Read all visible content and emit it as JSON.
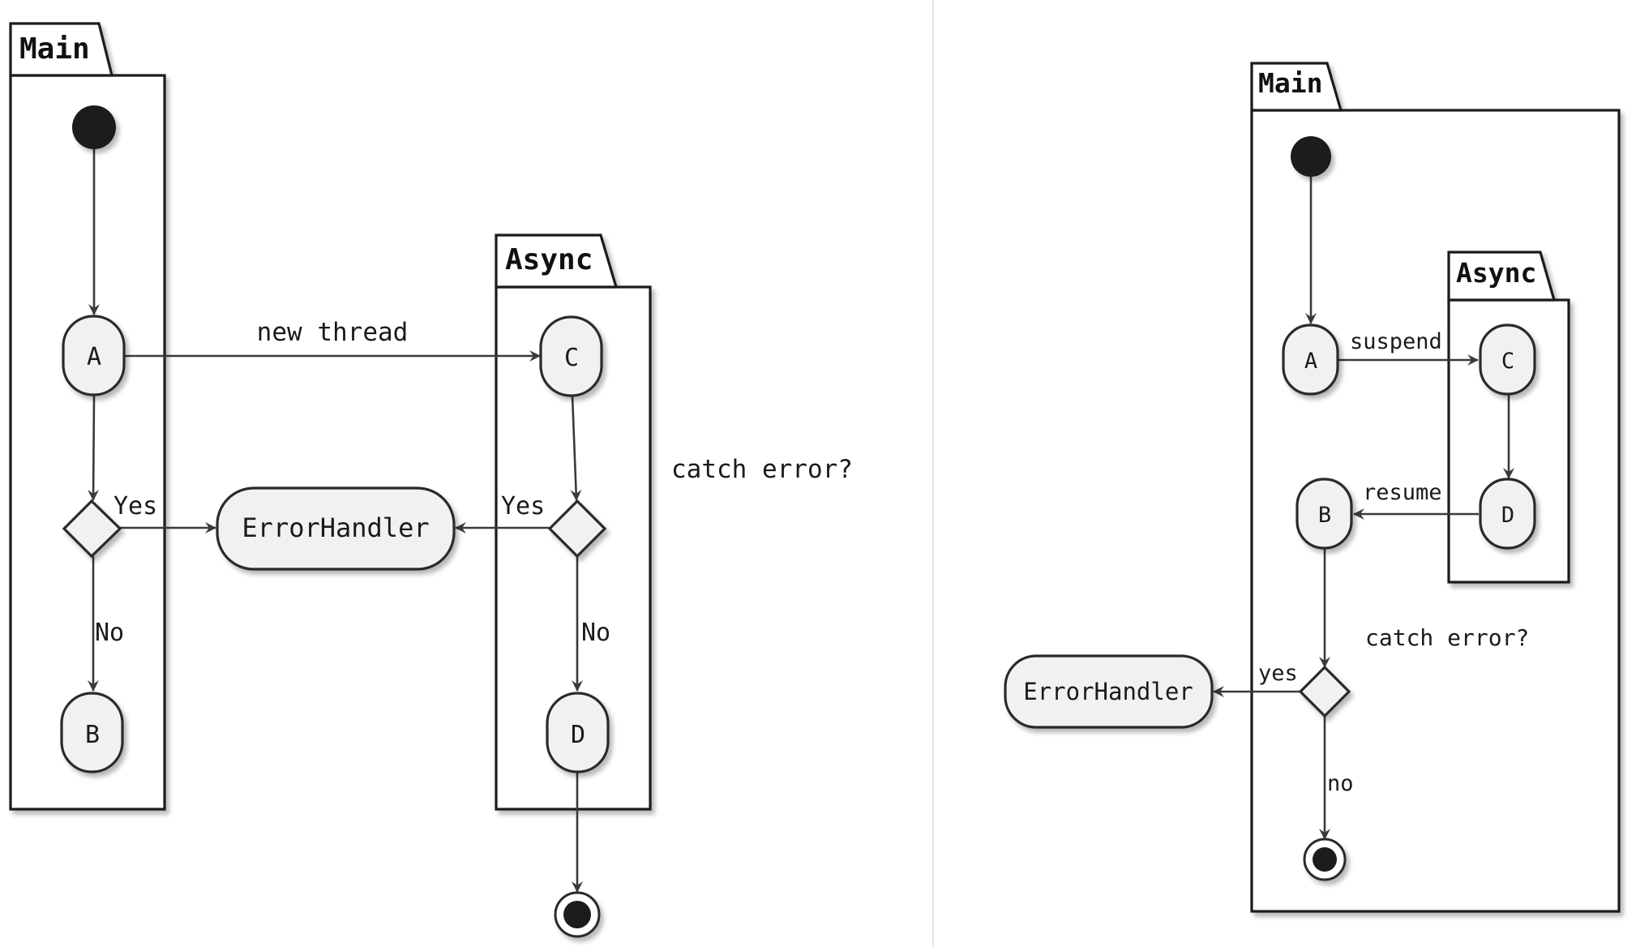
{
  "diagrams": {
    "left": {
      "packages": {
        "main": "Main",
        "async": "Async"
      },
      "nodes": {
        "a": "A",
        "b": "B",
        "c": "C",
        "d": "D",
        "error_handler": "ErrorHandler"
      },
      "labels": {
        "new_thread": "new thread",
        "catch_error": "catch error?",
        "main_yes": "Yes",
        "main_no": "No",
        "async_yes": "Yes",
        "async_no": "No"
      }
    },
    "right": {
      "packages": {
        "main": "Main",
        "async": "Async"
      },
      "nodes": {
        "a": "A",
        "b": "B",
        "c": "C",
        "d": "D",
        "error_handler": "ErrorHandler"
      },
      "labels": {
        "suspend": "suspend",
        "resume": "resume",
        "catch_error": "catch error?",
        "yes": "yes",
        "no": "no"
      }
    }
  }
}
